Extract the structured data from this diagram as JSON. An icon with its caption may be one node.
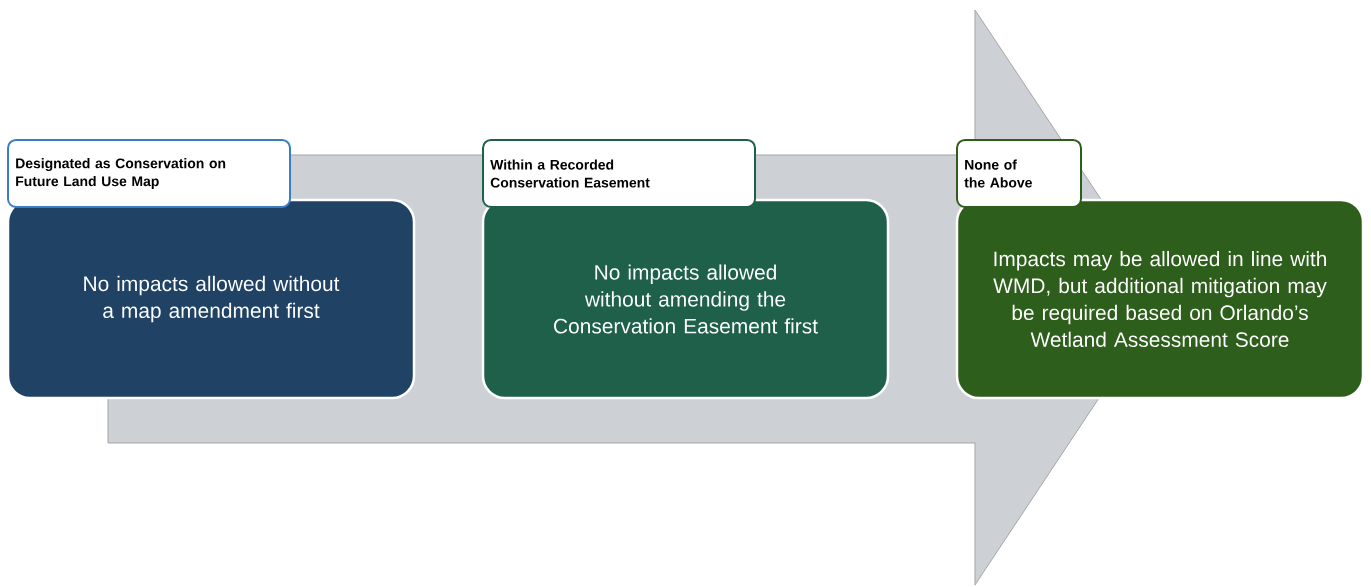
{
  "diagram": {
    "nodes": [
      {
        "text": [
          "Designated as Conservation on Future Land Use Map",
          "No impacts allowed without a map amendment first"
        ]
      },
      {
        "text": [
          "Within a Recorded Conservation Easement",
          "No impacts allowed without amending the Conservation Easement first"
        ]
      },
      {
        "text": [
          "None of the Above",
          "Impacts may be allowed in line with WMD, but additional mitigation may be required based on Orlando’s Wetland Assessment Score"
        ]
      }
    ],
    "edges": [
      {
        "from": 0,
        "to": 2,
        "arrow": "to"
      }
    ]
  }
}
